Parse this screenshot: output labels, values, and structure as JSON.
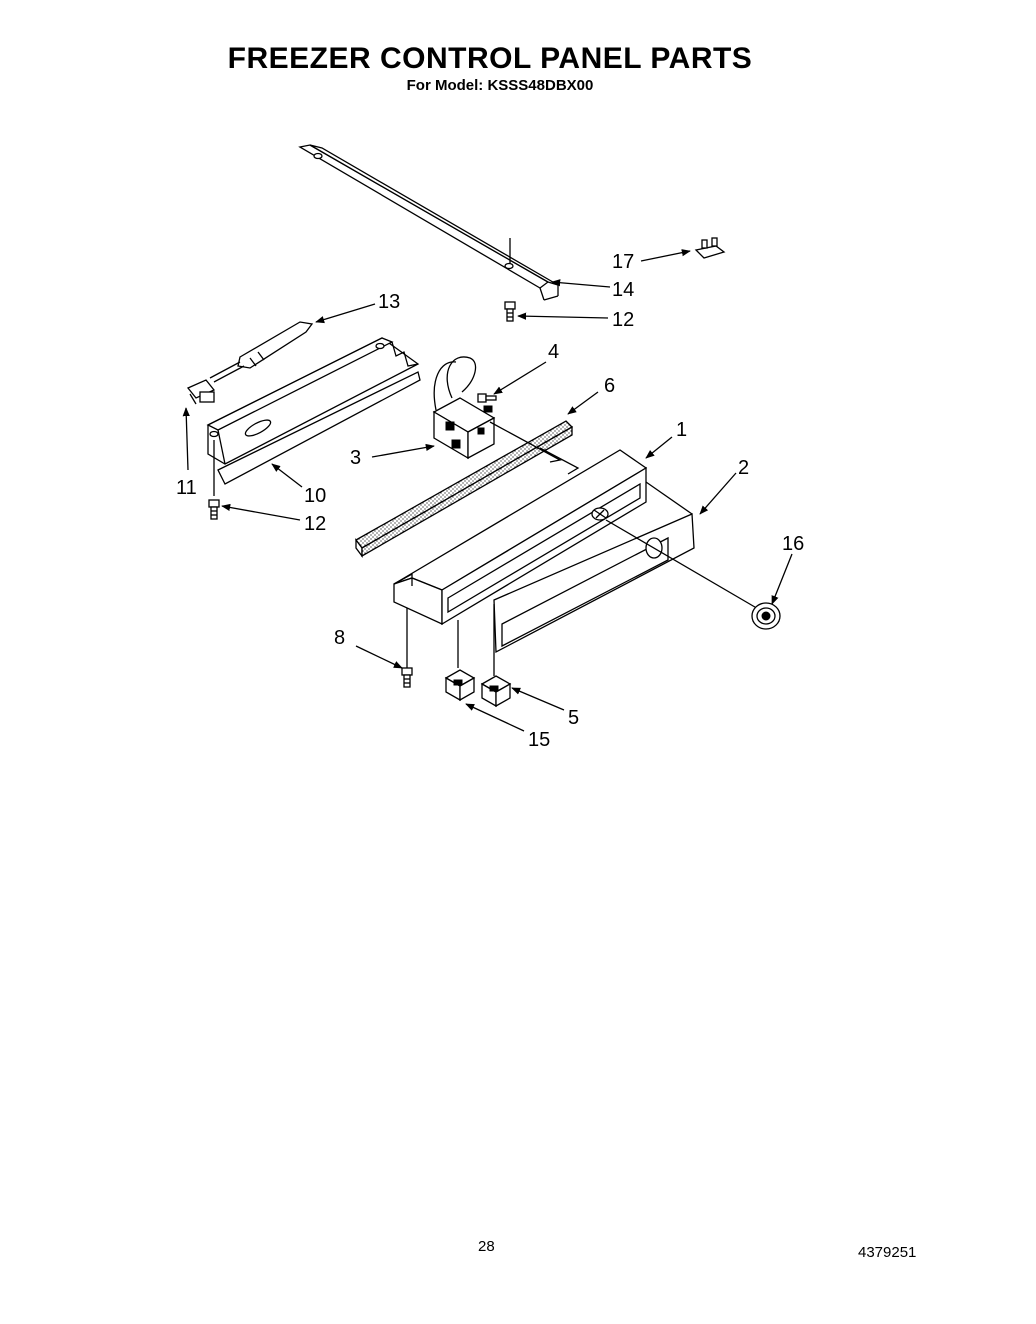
{
  "header": {
    "title": "FREEZER CONTROL PANEL PARTS",
    "model_line": "For Model: KSSS48DBX00"
  },
  "callouts": [
    {
      "number": "1"
    },
    {
      "number": "2"
    },
    {
      "number": "3"
    },
    {
      "number": "4"
    },
    {
      "number": "5"
    },
    {
      "number": "6"
    },
    {
      "number": "8"
    },
    {
      "number": "10"
    },
    {
      "number": "11"
    },
    {
      "number": "12"
    },
    {
      "number": "12"
    },
    {
      "number": "13"
    },
    {
      "number": "14"
    },
    {
      "number": "15"
    },
    {
      "number": "16"
    },
    {
      "number": "17"
    }
  ],
  "footer": {
    "page_number": "28",
    "document_number": "4379251"
  }
}
